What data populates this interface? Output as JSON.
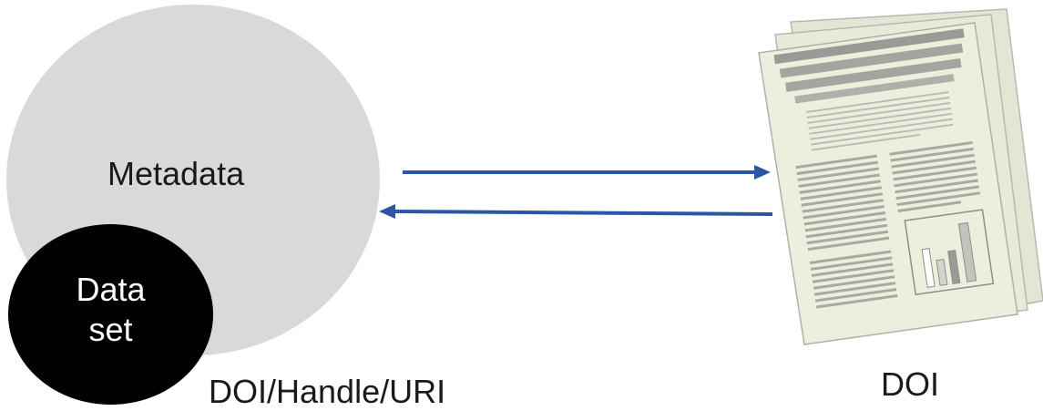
{
  "metadata": {
    "label": "Metadata"
  },
  "dataset": {
    "line1": "Data",
    "line2": "set"
  },
  "dataset_identifier": {
    "label": "DOI/Handle/URI"
  },
  "publication_identifier": {
    "label": "DOI"
  },
  "colors": {
    "metadata_fill": "#d9d9d9",
    "dataset_fill": "#000000",
    "arrow": "#2e55a5",
    "paper_fill": "#eeeede",
    "paper_text": "#9a9a96"
  },
  "icons": {
    "publication": "paper-stack-icon",
    "forward_link": "arrow-right-icon",
    "back_link": "arrow-left-icon"
  }
}
